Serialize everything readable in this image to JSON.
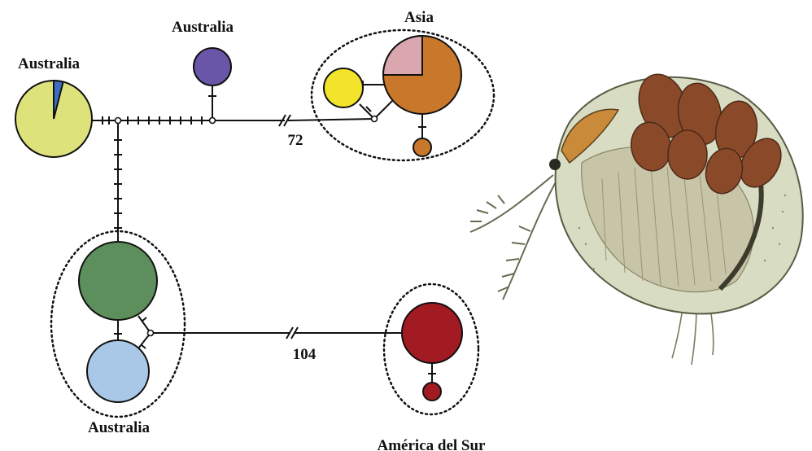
{
  "figure": {
    "labels": {
      "australia_left": "Australia",
      "australia_top": "Australia",
      "asia": "Asia",
      "australia_bottom": "Australia",
      "south_america": "América del Sur",
      "break_asia": "72",
      "break_south_america": "104"
    },
    "colors": {
      "australia_pie_main": "#dde27a",
      "australia_pie_slice": "#3a6fc4",
      "australia_top_node": "#6a56a8",
      "asia_yellow": "#f2e32b",
      "asia_orange": "#c9772a",
      "asia_pink": "#d9a7ad",
      "australia_green": "#5c8f5c",
      "australia_lightblue": "#a9c8e8",
      "south_america_red": "#a21a22",
      "copepod_shell": "#d7dcc2",
      "copepod_eggs": "#8a4a2a",
      "copepod_eye": "#2a2a22"
    },
    "pie_slice_fraction": 0.04,
    "asia_pink_fraction": 0.25,
    "illustration": "copepod-illustration"
  }
}
